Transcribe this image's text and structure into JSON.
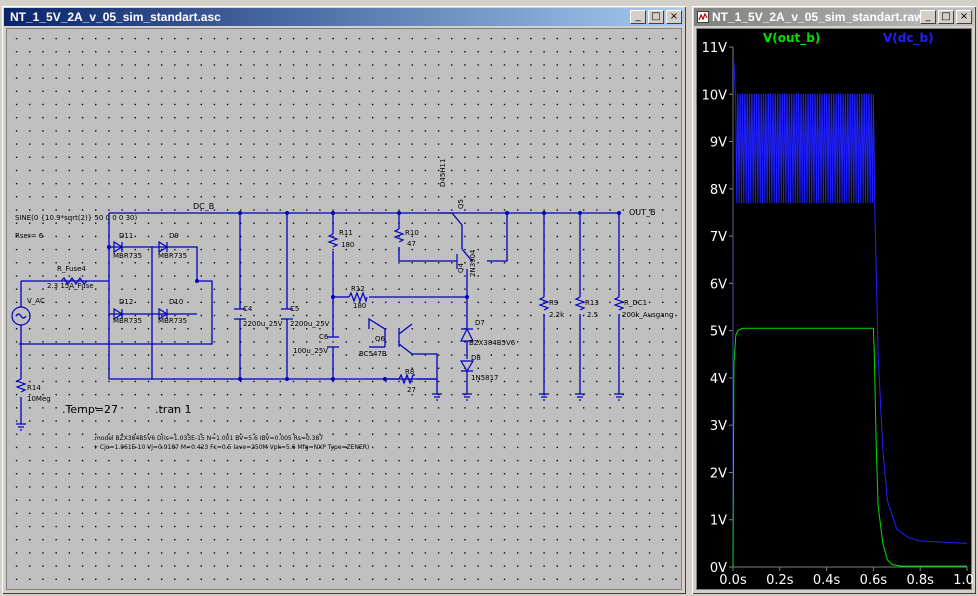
{
  "schematic_window": {
    "title": "NT_1_5V_2A_v_05_sim_standart.asc",
    "buttons": {
      "minimize": "_",
      "maximize": "□",
      "close": "×"
    }
  },
  "schematic": {
    "source_value": "SINE(0 {10.9*sqrt(2)} 50 0 0 0 30)",
    "rser": "Rser= 6",
    "net_dc": "DC_B",
    "net_out": "OUT_B",
    "source_name": "V_AC",
    "fuse_name": "R_Fuse4",
    "fuse_value": "2.3 15A_Fuse",
    "diodes": [
      {
        "name": "D11",
        "value": "MBR735"
      },
      {
        "name": "D9",
        "value": "MBR735"
      },
      {
        "name": "D12",
        "value": "MBR735"
      },
      {
        "name": "D10",
        "value": "MBR735"
      }
    ],
    "caps": [
      {
        "name": "C4",
        "value": "2200u_25V"
      },
      {
        "name": "C5",
        "value": "2200u_25V"
      },
      {
        "name": "C6",
        "value": "100u_25V"
      }
    ],
    "resistors": {
      "r11": {
        "name": "R11",
        "value": "180"
      },
      "r10": {
        "name": "R10",
        "value": "47"
      },
      "r12": {
        "name": "R12",
        "value": "180"
      },
      "r8": {
        "name": "R8",
        "value": "27"
      },
      "r9": {
        "name": "R9",
        "value": "2.2k"
      },
      "r13": {
        "name": "R13",
        "value": "2.5"
      },
      "rdc1": {
        "name": "R_DC1",
        "value": "200k_Ausgang"
      },
      "r14": {
        "name": "R14",
        "value": "10Meg"
      }
    },
    "transistors": {
      "q5": {
        "name": "Q5",
        "value": "D45H11"
      },
      "q4": {
        "name": "Q4",
        "value": "2N3904"
      },
      "q6": {
        "name": "Q6",
        "value": "BC547B"
      }
    },
    "zener": {
      "name": "D7",
      "value": "BZX384B5V6"
    },
    "d8": {
      "name": "D8",
      "value": "1N5817"
    },
    "temp_directive": ".Temp=27",
    "tran_directive": ".tran 1",
    "model_line1": ".model BZX384B5V6 D(Is=1.033E-15 N=1.001 BV=5.6 IBV=0.005 Rs=0.387",
    "model_line2": "+ Cjo=1.961E-10 Vj=0.9187 M=0.423 Fc=0.5 Iave=250M Vpk=5.6 Mfg=NXP Type=ZENER)"
  },
  "waveform_window": {
    "title": "NT_1_5V_2A_v_05_sim_standart.raw",
    "buttons": {
      "minimize": "_",
      "maximize": "□",
      "close": "×"
    }
  },
  "chart_data": {
    "type": "line",
    "title": "",
    "xlabel": "",
    "ylabel": "",
    "xlim": [
      0,
      1.0
    ],
    "ylim": [
      0,
      11
    ],
    "x_ticks": [
      "0.0s",
      "0.2s",
      "0.4s",
      "0.6s",
      "0.8s",
      "1.0s"
    ],
    "y_ticks": [
      "0V",
      "1V",
      "2V",
      "3V",
      "4V",
      "5V",
      "6V",
      "7V",
      "8V",
      "9V",
      "10V",
      "11V"
    ],
    "grid": false,
    "series": [
      {
        "name": "V(out_b)",
        "color": "#00e000",
        "x": [
          0,
          0.004,
          0.012,
          0.02,
          0.04,
          0.1,
          0.3,
          0.5,
          0.6,
          0.604,
          0.612,
          0.62,
          0.64,
          0.66,
          0.68,
          0.72,
          1.0
        ],
        "y": [
          0,
          4.3,
          4.9,
          5.0,
          5.05,
          5.05,
          5.05,
          5.05,
          5.05,
          4.5,
          2.6,
          1.3,
          0.5,
          0.15,
          0.05,
          0.02,
          0.02
        ]
      },
      {
        "name": "V(dc_b)",
        "color": "#2020ff",
        "x": [
          0,
          0.002,
          0.006,
          0.01,
          0.02,
          0.6,
          0.606,
          0.62,
          0.64,
          0.66,
          0.7,
          0.75,
          0.8,
          1.0
        ],
        "y": [
          0,
          10.8,
          10.5,
          10.0,
          10.0,
          10.0,
          7.6,
          4.5,
          2.5,
          1.4,
          0.8,
          0.62,
          0.55,
          0.5
        ],
        "ripple": {
          "from": 0.01,
          "to": 0.6,
          "min": 7.7,
          "max": 10.0,
          "period": 0.01
        }
      }
    ]
  }
}
